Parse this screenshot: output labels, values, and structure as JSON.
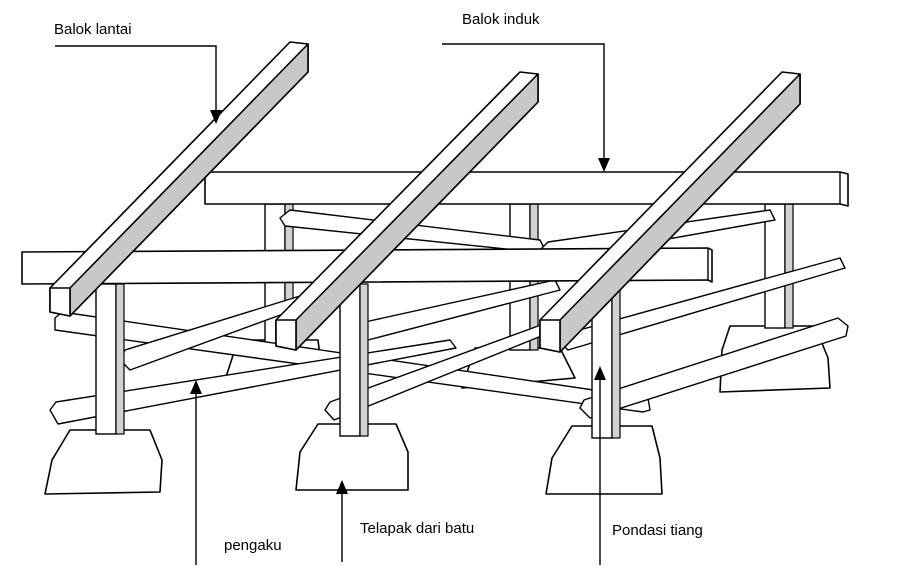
{
  "labels": {
    "balok_lantai": "Balok lantai",
    "balok_induk": "Balok induk",
    "pengaku": "pengaku",
    "telapak": "Telapak dari batu",
    "pondasi": "Pondasi tiang"
  }
}
